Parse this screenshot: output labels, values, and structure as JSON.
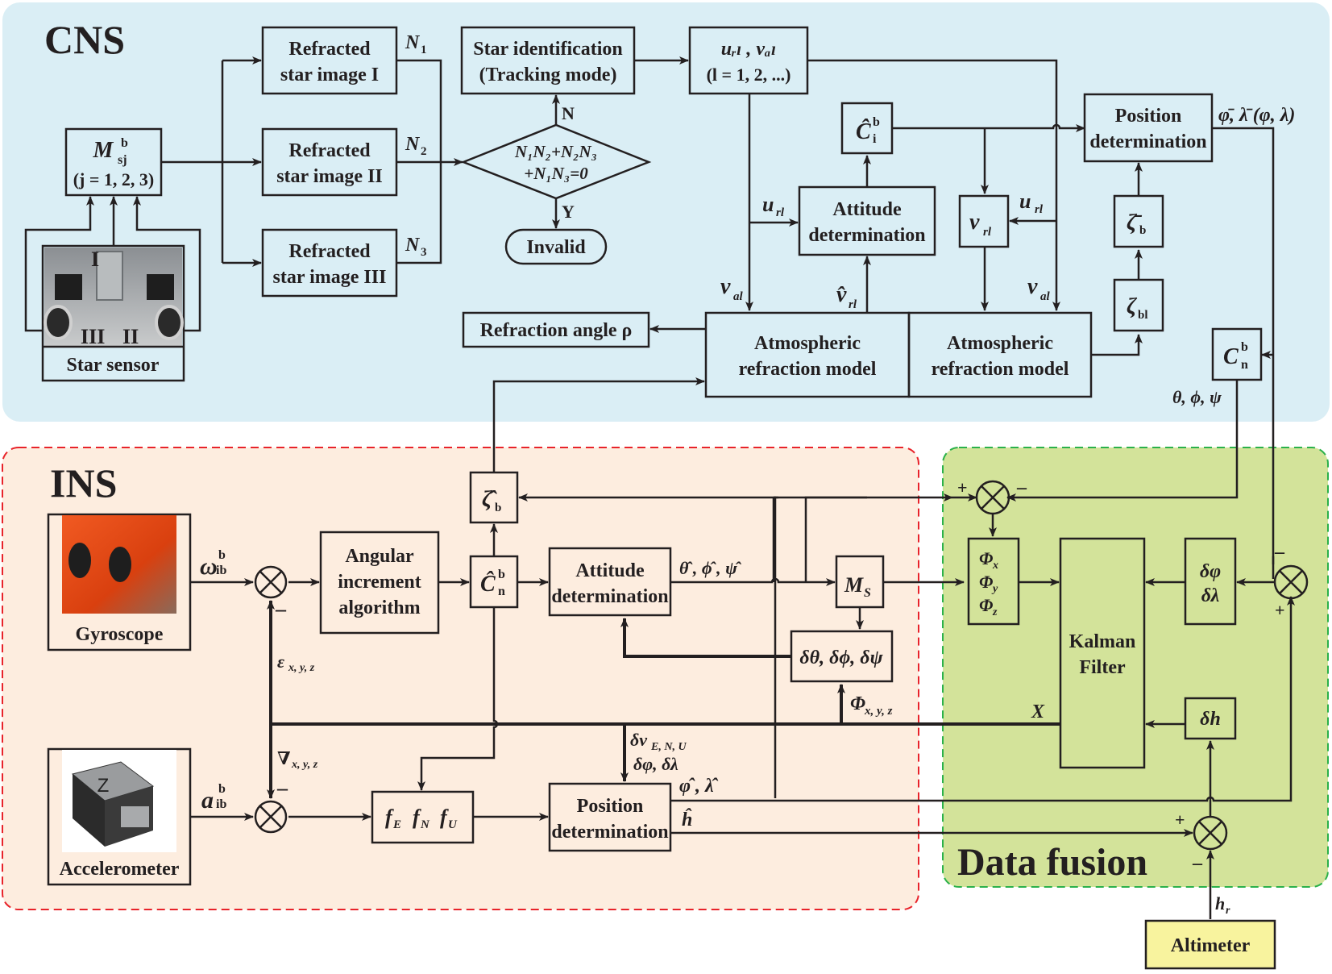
{
  "colors": {
    "cns_bg": "#daeef5",
    "ins_bg": "#fdeddf",
    "ins_border": "#e8232a",
    "fusion_bg": "#d3e39a",
    "fusion_border": "#2bb14a",
    "cns_title": "#1a72b8",
    "ins_title": "#e41e26",
    "fusion_title": "#1fae4b",
    "altimeter_bg": "#f8f39e"
  },
  "regions": {
    "cns": "CNS",
    "ins": "INS",
    "fusion": "Data fusion"
  },
  "cns": {
    "star_sensor": {
      "label": "Star sensor",
      "marks": [
        "I",
        "III",
        "II"
      ]
    },
    "msj": {
      "symbol": "M",
      "sup": "b",
      "sub": "sj",
      "line2": "(j = 1, 2, 3)"
    },
    "refracted": [
      {
        "line1": "Refracted",
        "line2": "star image I",
        "out": "N",
        "out_sub": "1"
      },
      {
        "line1": "Refracted",
        "line2": "star image II",
        "out": "N",
        "out_sub": "2"
      },
      {
        "line1": "Refracted",
        "line2": "star image III",
        "out": "N",
        "out_sub": "3"
      }
    ],
    "decision": {
      "line1": "N₁N₂+N₂N₃",
      "line2": "+N₁N₃=0",
      "yes": "Y",
      "no": "N"
    },
    "invalid": "Invalid",
    "star_id": {
      "line1": "Star identification",
      "line2": "(Tracking mode)"
    },
    "uv": {
      "line1": "uᵣₗ , vₐₗ",
      "line2": "(l = 1, 2, ...)"
    },
    "attitude": {
      "line1": "Attitude",
      "line2": "determination"
    },
    "ci": {
      "symbol": "Ĉ",
      "sup": "b",
      "sub": "i"
    },
    "vrl_box": {
      "symbol": "v",
      "sub": "rl"
    },
    "atm1": {
      "line1": "Atmospheric",
      "line2": "refraction model"
    },
    "atm2": {
      "line1": "Atmospheric",
      "line2": "refraction model"
    },
    "refraction_angle": "Refraction angle ρ",
    "position": {
      "line1": "Position",
      "line2": "determination"
    },
    "zeta_bar": {
      "symbol": "ζ̄",
      "sub": "b"
    },
    "zeta_bl": {
      "symbol": "ζ",
      "sub": "bl"
    },
    "cn": {
      "symbol": "C",
      "sup": "b",
      "sub": "n"
    },
    "labels": {
      "url_1": "u",
      "url_1_sub": "rl",
      "val_1": "v",
      "val_1_sub": "al",
      "vhat": "v̂",
      "vhat_sub": "rl",
      "url_2": "u",
      "url_2_sub": "rl",
      "val_2": "v",
      "val_2_sub": "al",
      "phi_lambda": "φ̄, λ̄ (φ, λ)",
      "angles": "θ, ϕ, ψ"
    }
  },
  "ins": {
    "gyroscope": "Gyroscope",
    "accelerometer": "Accelerometer",
    "omega": {
      "symbol": "ω",
      "sup": "b",
      "sub": "ib"
    },
    "accel": {
      "symbol": "a",
      "sup": "b",
      "sub": "ib"
    },
    "angular": {
      "line1": "Angular",
      "line2": "increment",
      "line3": "algorithm"
    },
    "cn_hat": {
      "symbol": "Ĉ",
      "sup": "b",
      "sub": "n"
    },
    "zeta_hat": {
      "symbol": "ζ̂",
      "sub": "b"
    },
    "attitude": {
      "line1": "Attitude",
      "line2": "determination"
    },
    "angles_hat": "θ̂ , ϕ̂ , ψ̂",
    "ms": {
      "symbol": "M",
      "sub": "S"
    },
    "delta_angles": "δθ, δϕ, δψ",
    "phi_xyz": {
      "symbol": "Φ",
      "sub": "x, y, z"
    },
    "eps": {
      "symbol": "ε",
      "sub": "x, y, z"
    },
    "nabla": {
      "symbol": "∇",
      "sub": "x, y, z"
    },
    "f_box": "fₑ, fₙ, fᵤ",
    "f_parts": [
      {
        "s": "f",
        "sub": "E"
      },
      {
        "s": "f",
        "sub": "N"
      },
      {
        "s": "f",
        "sub": "U"
      }
    ],
    "dv": {
      "line1": "δv",
      "line1_sub": "E, N, U",
      "line2": "δφ, δλ"
    },
    "position": {
      "line1": "Position",
      "line2": "determination"
    },
    "phi_lambda_hat": "φ̂ , λ̂",
    "h_hat": "ĥ",
    "minus": "–"
  },
  "fusion": {
    "phi_box": [
      {
        "s": "Φ",
        "sub": "x"
      },
      {
        "s": "Φ",
        "sub": "y"
      },
      {
        "s": "Φ",
        "sub": "z"
      }
    ],
    "kalman": {
      "line1": "Kalman",
      "line2": "Filter"
    },
    "dphi_box": {
      "line1": "δφ",
      "line2": "δλ"
    },
    "dh_box": "δh",
    "x_label": "X",
    "plus": "+",
    "minus": "–",
    "altimeter": "Altimeter",
    "hr": {
      "symbol": "h",
      "sub": "r"
    }
  }
}
